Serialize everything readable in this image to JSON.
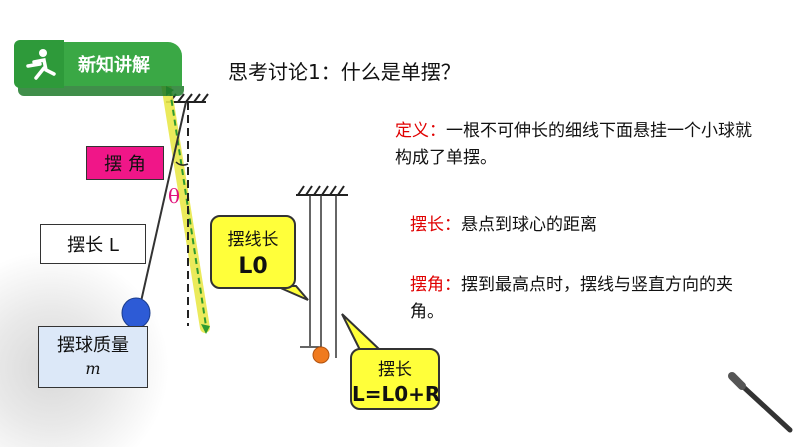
{
  "header": {
    "badge_label": "新知讲解",
    "question_title": "思考讨论1：什么是单摆？"
  },
  "definitions": {
    "def_label": "定义：",
    "def_text": "一根不可伸长的细线下面悬挂一个小球就构成了单摆。",
    "length_label": "摆长：",
    "length_text": "悬点到球心的距离",
    "angle_label": "摆角：",
    "angle_text": "摆到最高点时，摆线与竖直方向的夹角。"
  },
  "diagram": {
    "angle_box": "摆 角",
    "length_box": "摆长 L",
    "mass_box": "摆球质量",
    "mass_symbol": "m",
    "theta_symbol": "θ",
    "callout1_title": "摆线长",
    "callout1_value": "L0",
    "callout2_title": "摆长",
    "callout2_value": "L=L0+R"
  },
  "colors": {
    "accent_red": "#e00000",
    "angle_box_bg": "#f01688",
    "callout_bg": "#ffff3a",
    "badge_green": "#3aa845",
    "bob_blue": "#2d5bd6",
    "bob_orange": "#f07a1e",
    "dashed_yellow": "#e9e84a",
    "dashed_green": "#2f9a2f"
  },
  "icons": {
    "badge_icon": "running-person-icon",
    "brush_icon": "ink-brush-icon"
  }
}
